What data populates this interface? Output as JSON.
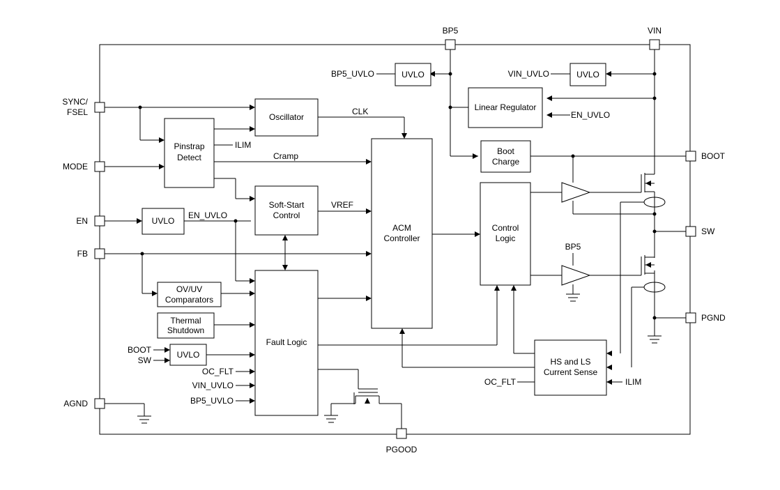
{
  "pins": {
    "bp5": "BP5",
    "vin": "VIN",
    "sync": "SYNC/",
    "fsel": "FSEL",
    "mode": "MODE",
    "en": "EN",
    "fb": "FB",
    "agnd": "AGND",
    "boot": "BOOT",
    "sw": "SW",
    "pgnd": "PGND",
    "pgood": "PGOOD"
  },
  "blocks": {
    "uvlo": "UVLO",
    "oscillator": "Oscillator",
    "pinstrap_1": "Pinstrap",
    "pinstrap_2": "Detect",
    "softstart_1": "Soft-Start",
    "softstart_2": "Control",
    "acm_1": "ACM",
    "acm_2": "Controller",
    "linear_regulator": "Linear Regulator",
    "boot_charge_1": "Boot",
    "boot_charge_2": "Charge",
    "control_logic_1": "Control",
    "control_logic_2": "Logic",
    "ovuv_1": "OV/UV",
    "ovuv_2": "Comparators",
    "thermal_1": "Thermal",
    "thermal_2": "Shutdown",
    "fault_logic": "Fault Logic",
    "current_sense_1": "HS and LS",
    "current_sense_2": "Current Sense"
  },
  "signals": {
    "bp5_uvlo": "BP5_UVLO",
    "vin_uvlo": "VIN_UVLO",
    "en_uvlo": "EN_UVLO",
    "clk": "CLK",
    "ilim": "ILIM",
    "cramp": "Cramp",
    "vref": "VREF",
    "bp5": "BP5",
    "boot": "BOOT",
    "sw": "SW",
    "oc_flt": "OC_FLT"
  }
}
